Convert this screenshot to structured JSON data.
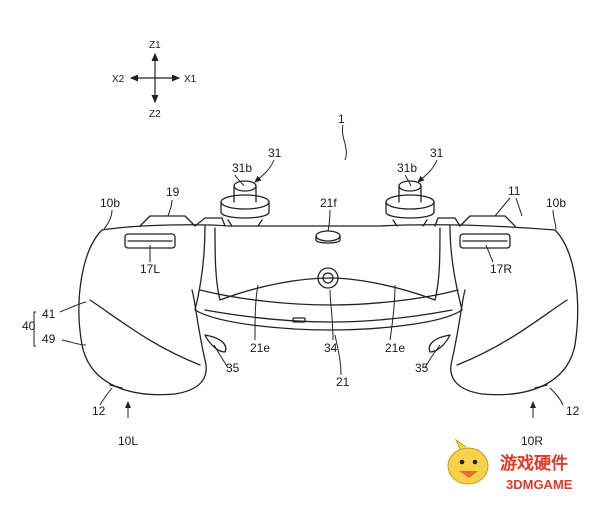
{
  "axes": {
    "z_up": "Z1",
    "z_down": "Z2",
    "x_left": "X2",
    "x_right": "X1"
  },
  "labels": {
    "controller": "1",
    "stick_left": "31",
    "stick_right": "31",
    "stick_cap_left": "31b",
    "stick_cap_right": "31b",
    "center_button": "21f",
    "top_left_button": "19",
    "top_right_buttons": "11",
    "upper_left": "10b",
    "upper_right": "10b",
    "trigger_left": "17L",
    "trigger_right": "17R",
    "surface_left": "21e",
    "surface_right": "21e",
    "connector": "34",
    "body_center": "21",
    "side_left": "35",
    "side_right": "35",
    "grip_group": "40",
    "grip_top": "41",
    "grip_bottom": "49",
    "grip_end_left": "12",
    "grip_end_right": "12",
    "grip_left": "10L",
    "grip_right": "10R"
  },
  "watermark": {
    "text_cn": "游戏硬件",
    "text_en": "3DMGAME",
    "color": "#e03a2a"
  }
}
